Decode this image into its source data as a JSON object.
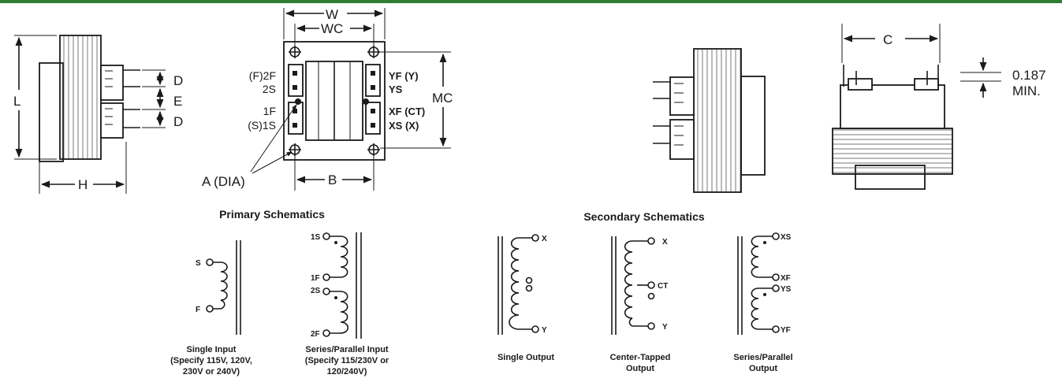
{
  "dimensions": {
    "l": "L",
    "h": "H",
    "d_top": "D",
    "e": "E",
    "d_bottom": "D",
    "w": "W",
    "wc": "WC",
    "mc": "MC",
    "b": "B",
    "a_dia": "A (DIA)",
    "c": "C",
    "min_value": "0.187",
    "min_label": "MIN."
  },
  "pins": {
    "f2f": "(F)2F",
    "s2": "2S",
    "f1": "1F",
    "s1s": "(S)1S",
    "yf": "YF (Y)",
    "ys": "YS",
    "xf": "XF (CT)",
    "xs": "XS (X)"
  },
  "primary": {
    "title": "Primary Schematics",
    "single": {
      "s": "S",
      "f": "F",
      "caption": [
        "Single Input",
        "(Specify 115V, 120V,",
        "230V or 240V)"
      ]
    },
    "series": {
      "s1": "1S",
      "f1": "1F",
      "s2": "2S",
      "f2": "2F",
      "caption": [
        "Series/Parallel Input",
        "(Specify 115/230V or",
        "120/240V)"
      ]
    }
  },
  "secondary": {
    "title": "Secondary Schematics",
    "single": {
      "x": "X",
      "y": "Y",
      "caption": [
        "Single Output"
      ]
    },
    "center": {
      "x": "X",
      "ct": "CT",
      "y": "Y",
      "caption": [
        "Center-Tapped",
        "Output"
      ]
    },
    "series": {
      "xs": "XS",
      "xf": "XF",
      "ys": "YS",
      "yf": "YF",
      "caption": [
        "Series/Parallel",
        "Output"
      ]
    }
  }
}
